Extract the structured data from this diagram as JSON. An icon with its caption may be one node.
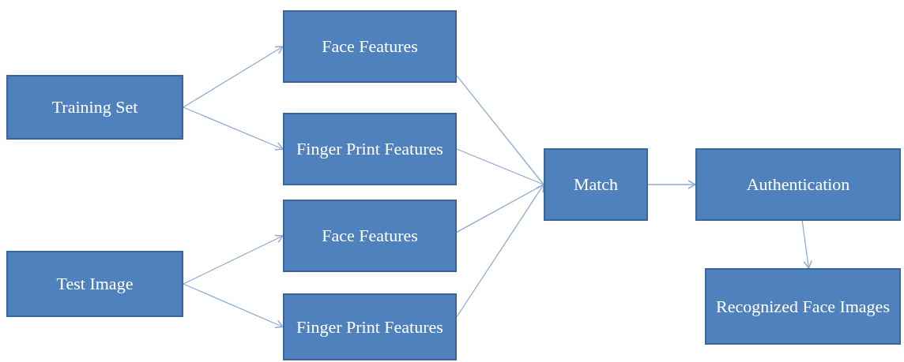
{
  "diagram": {
    "nodes": [
      {
        "text": [
          "Training Set"
        ]
      },
      {
        "text": [
          "Test Image"
        ]
      },
      {
        "text": [
          "Face Features"
        ]
      },
      {
        "text": [
          "Finger Print Features"
        ]
      },
      {
        "text": [
          "Face Features"
        ]
      },
      {
        "text": [
          "Finger Print Features"
        ]
      },
      {
        "text": [
          "Match"
        ]
      },
      {
        "text": [
          "Authentication"
        ]
      },
      {
        "text": [
          "Recognized Face Images"
        ]
      }
    ],
    "edges": [
      {
        "from": 0,
        "to": 2,
        "arrow": "to"
      },
      {
        "from": 0,
        "to": 3,
        "arrow": "to"
      },
      {
        "from": 1,
        "to": 4,
        "arrow": "to"
      },
      {
        "from": 1,
        "to": 5,
        "arrow": "to"
      },
      {
        "from": 2,
        "to": 6,
        "arrow": "none"
      },
      {
        "from": 3,
        "to": 6,
        "arrow": "none"
      },
      {
        "from": 4,
        "to": 6,
        "arrow": "none"
      },
      {
        "from": 5,
        "to": 6,
        "arrow": "to"
      },
      {
        "from": 6,
        "to": 7,
        "arrow": "to"
      },
      {
        "from": 7,
        "to": 8,
        "arrow": "to"
      }
    ]
  }
}
